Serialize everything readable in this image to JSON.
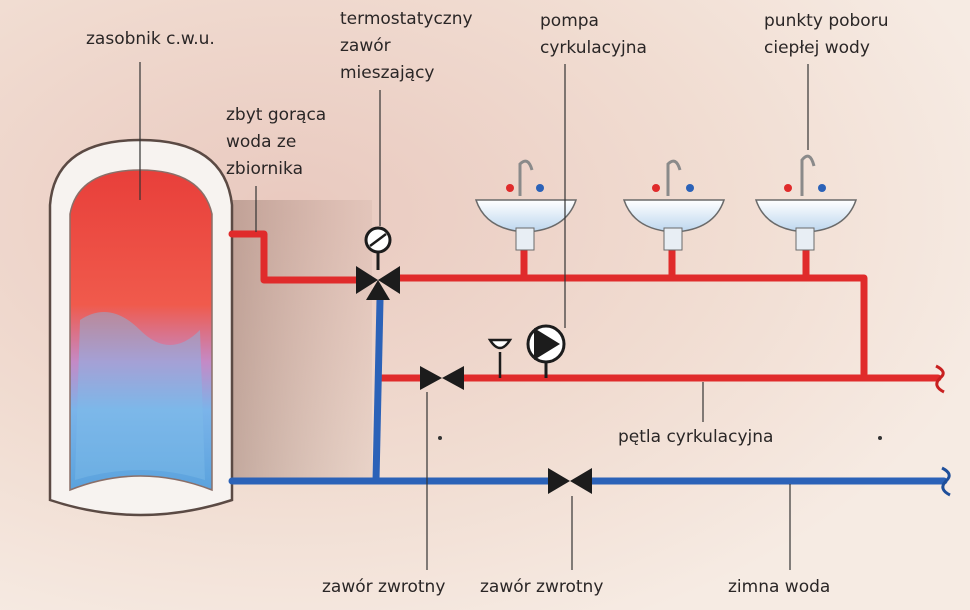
{
  "labels": {
    "tank": [
      "zasobnik c.w.u."
    ],
    "hot_from_tank": [
      "zbyt gorąca",
      "woda ze",
      "zbiornika"
    ],
    "mixing_valve": [
      "termostatyczny",
      "zawór",
      "mieszający"
    ],
    "pump": [
      "pompa",
      "cyrkulacyjna"
    ],
    "draw_off_points": [
      "punkty poboru",
      "ciepłej wody"
    ],
    "circulation_loop": [
      "pętla cyrkulacyjna"
    ],
    "check_valve_left": [
      "zawór zwrotny"
    ],
    "check_valve_right": [
      "zawór zwrotny"
    ],
    "cold_water": [
      "zimna woda"
    ]
  },
  "colors": {
    "hot_pipe": "#e02b2b",
    "cold_pipe": "#2b62b8",
    "tank_hot": "#e8473f",
    "tank_cold": "#6fb3e6",
    "tank_shell": "#f7f3f0",
    "valve": "#1c1c1c"
  },
  "icons": [
    "water-tank-icon",
    "thermostatic-mixing-valve-icon",
    "circulation-pump-icon",
    "check-valve-icon",
    "washbasin-icon",
    "faucet-icon"
  ]
}
